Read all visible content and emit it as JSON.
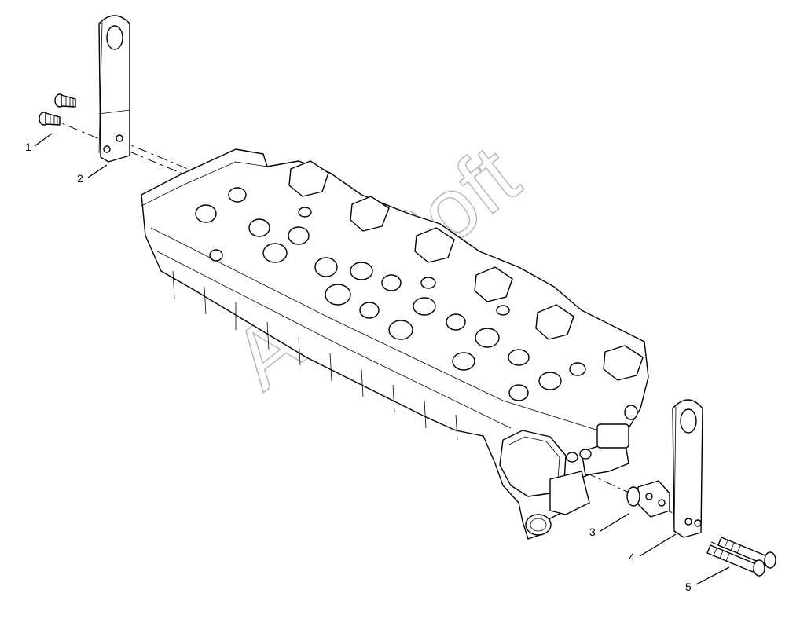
{
  "callouts": [
    {
      "id": "1",
      "label": "1"
    },
    {
      "id": "2",
      "label": "2"
    },
    {
      "id": "3",
      "label": "3"
    },
    {
      "id": "4",
      "label": "4"
    },
    {
      "id": "5",
      "label": "5"
    }
  ],
  "watermark": "AutoSoft"
}
